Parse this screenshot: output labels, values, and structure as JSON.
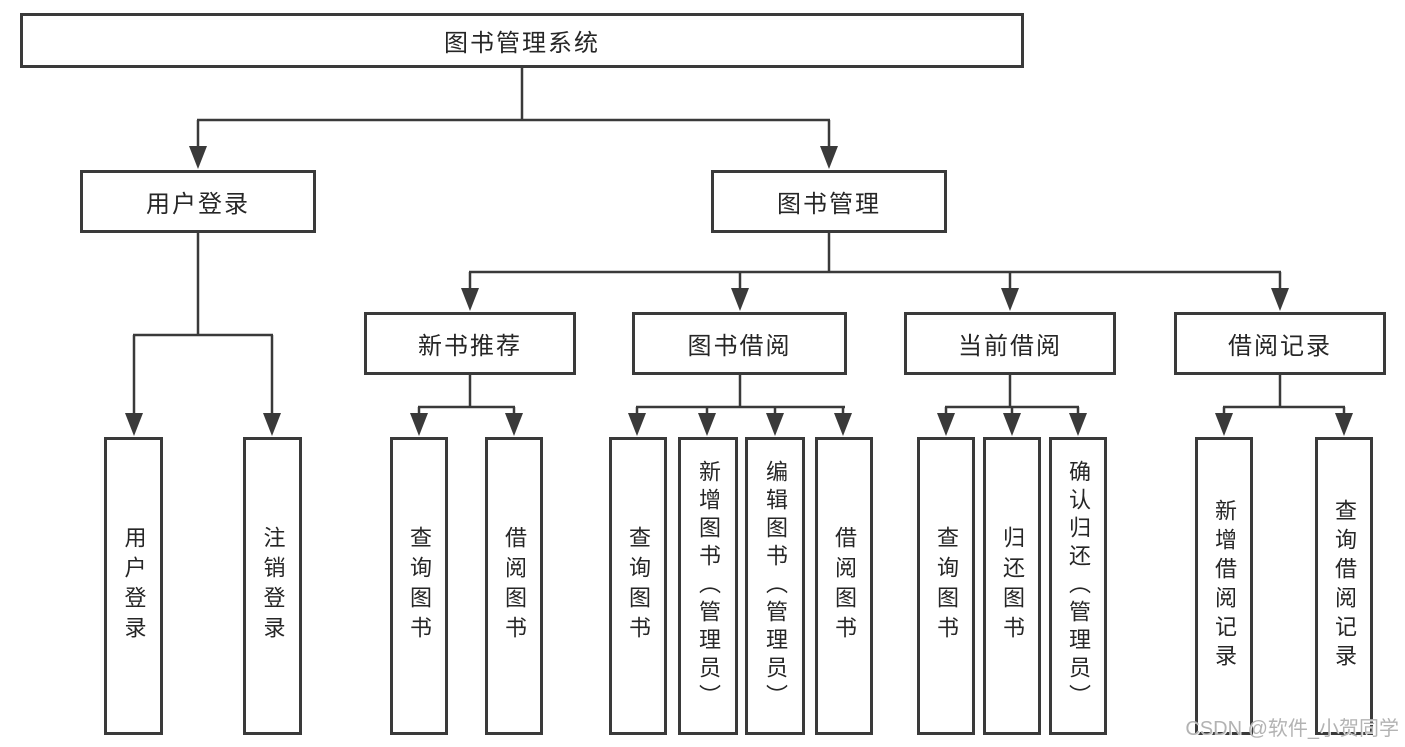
{
  "diagram": {
    "type": "hierarchy-tree",
    "root": {
      "label": "图书管理系统",
      "children": [
        {
          "label": "用户登录",
          "children": [
            {
              "label": "用户登录"
            },
            {
              "label": "注销登录"
            }
          ]
        },
        {
          "label": "图书管理",
          "children": [
            {
              "label": "新书推荐",
              "children": [
                {
                  "label": "查询图书"
                },
                {
                  "label": "借阅图书"
                }
              ]
            },
            {
              "label": "图书借阅",
              "children": [
                {
                  "label": "查询图书"
                },
                {
                  "label": "新增图书（管理员）"
                },
                {
                  "label": "编辑图书（管理员）"
                },
                {
                  "label": "借阅图书"
                }
              ]
            },
            {
              "label": "当前借阅",
              "children": [
                {
                  "label": "查询图书"
                },
                {
                  "label": "归还图书"
                },
                {
                  "label": "确认归还（管理员）"
                }
              ]
            },
            {
              "label": "借阅记录",
              "children": [
                {
                  "label": "新增借阅记录"
                },
                {
                  "label": "查询借阅记录"
                }
              ]
            }
          ]
        }
      ]
    }
  },
  "watermark": {
    "text": "CSDN @软件_小贺同学",
    "color": "#b3b3b3"
  },
  "colors": {
    "line": "#3a3a3a",
    "box_border": "#3a3a3a",
    "text": "#262626",
    "background": "#ffffff"
  }
}
